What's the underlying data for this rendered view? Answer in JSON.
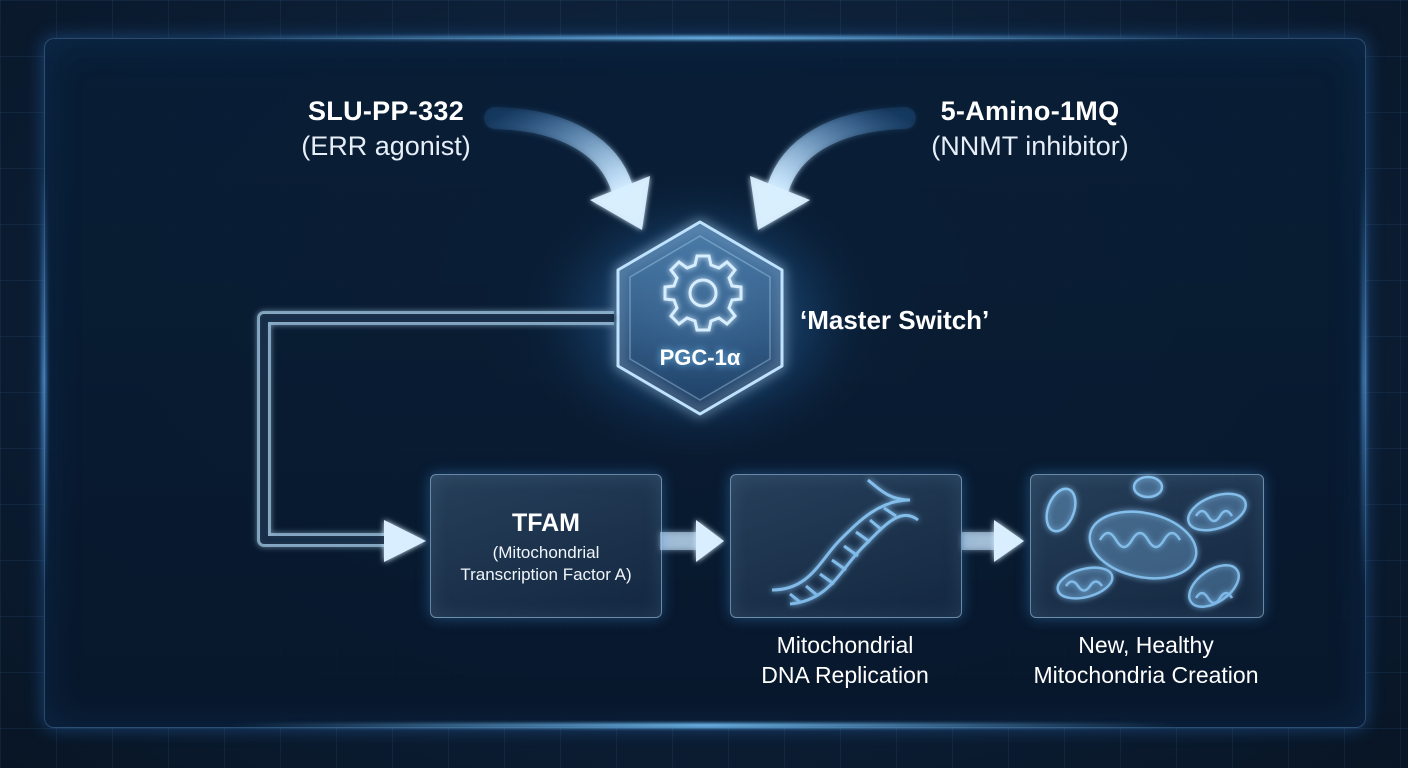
{
  "inputs": {
    "left": {
      "name": "SLU-PP-332",
      "desc": "(ERR agonist)"
    },
    "right": {
      "name": "5-Amino-1MQ",
      "desc": "(NNMT inhibitor)"
    }
  },
  "hub": {
    "title": "PGC-1α",
    "tagline": "‘Master Switch’",
    "icon": "gear-icon"
  },
  "steps": [
    {
      "title": "TFAM",
      "desc_line1": "(Mitochondrial",
      "desc_line2": "Transcription Factor A)"
    },
    {
      "icon": "dna-helix-icon",
      "caption_line1": "Mitochondrial",
      "caption_line2": "DNA Replication"
    },
    {
      "icon": "mitochondria-icon",
      "caption_line1": "New, Healthy",
      "caption_line2": "Mitochondria Creation"
    }
  ],
  "colors": {
    "glow": "#7cc8ff",
    "background": "#0b1a2c",
    "arrow": "#a9d8ff"
  }
}
